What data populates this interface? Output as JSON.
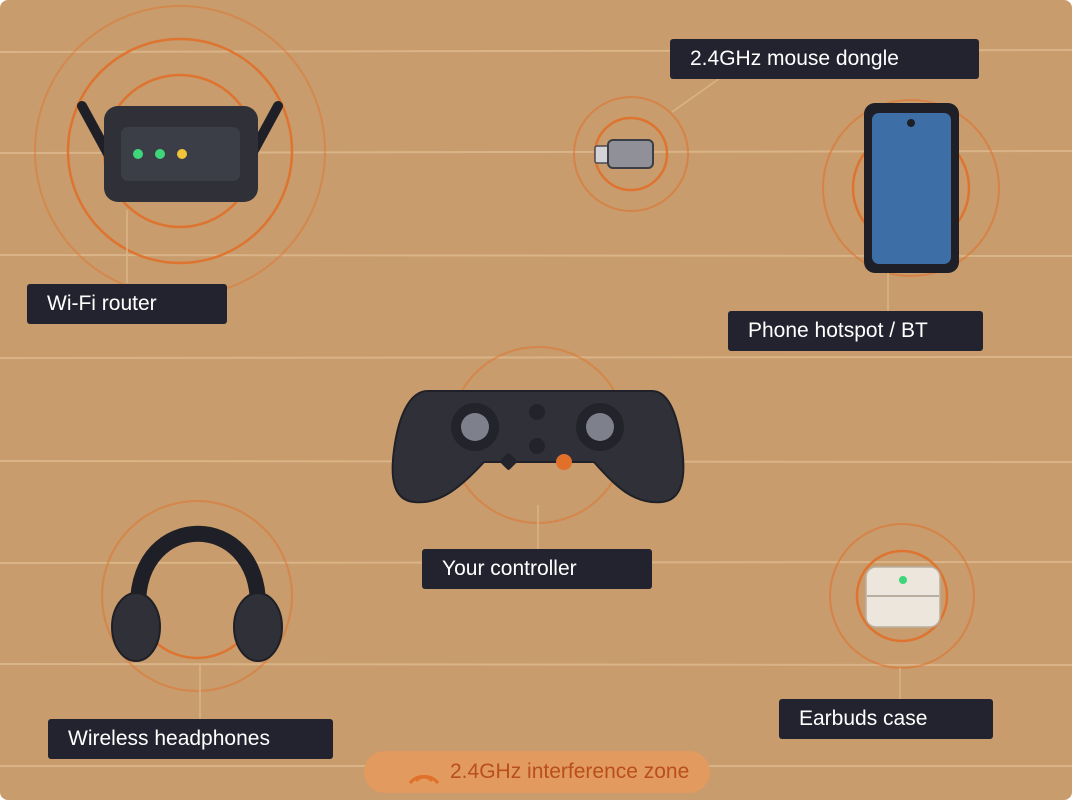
{
  "colors": {
    "background": "#c89c6c",
    "wood_line": "#d9b488",
    "interference_ring": "#e0702a",
    "label_bg": "#23232f",
    "label_text": "#ffffff",
    "device_body": "#2f3038",
    "legend_text": "#b84f1c",
    "led_green": "#3ed67a",
    "led_yellow": "#f2c43a",
    "phone_screen": "#3d6fa6"
  },
  "devices": {
    "router": {
      "label": "Wi-Fi router",
      "icon": "wifi-router-icon"
    },
    "dongle": {
      "label": "2.4GHz mouse dongle",
      "icon": "usb-dongle-icon"
    },
    "phone": {
      "label": "Phone hotspot / BT",
      "icon": "smartphone-icon"
    },
    "controller": {
      "label": "Your controller",
      "icon": "gamepad-icon"
    },
    "headphones": {
      "label": "Wireless headphones",
      "icon": "headphones-icon"
    },
    "earbuds": {
      "label": "Earbuds case",
      "icon": "earbuds-case-icon"
    }
  },
  "legend": {
    "label": "2.4GHz interference zone",
    "icon": "interference-zone-icon"
  }
}
